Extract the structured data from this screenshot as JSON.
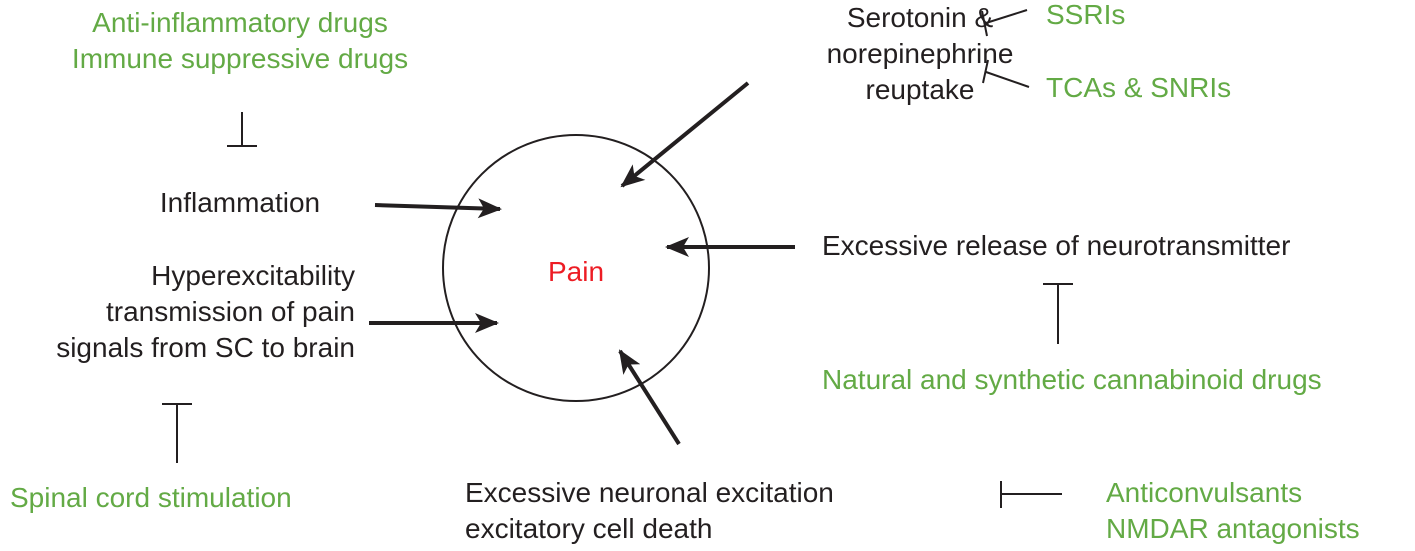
{
  "colors": {
    "text": "#231f20",
    "drug": "#63aa45",
    "center": "#ed1c24",
    "stroke": "#231f20"
  },
  "center": {
    "label": "Pain"
  },
  "mechanisms": {
    "inflammation": [
      "Inflammation"
    ],
    "hyperexcitability": [
      "Hyperexcitability",
      "transmission of pain",
      "signals from SC to brain"
    ],
    "reuptake": [
      "Serotonin &",
      "norepinephrine",
      "reuptake"
    ],
    "neurotransmitter": [
      "Excessive release of neurotransmitter"
    ],
    "excitation": [
      "Excessive neuronal excitation",
      "excitatory cell death"
    ]
  },
  "treatments": {
    "anti_inflammatory": [
      "Anti-inflammatory drugs",
      "Immune suppressive drugs"
    ],
    "spinal": [
      "Spinal cord stimulation"
    ],
    "ssri": [
      "SSRIs"
    ],
    "tca": [
      "TCAs & SNRIs"
    ],
    "cannabinoid": [
      "Natural and synthetic cannabinoid drugs"
    ],
    "anticonvulsant": [
      "Anticonvulsants",
      "NMDAR antagonists"
    ]
  },
  "edges": [
    {
      "from": "Inflammation",
      "to": "Pain",
      "type": "activates"
    },
    {
      "from": "Hyperexcitability transmission of pain signals from SC to brain",
      "to": "Pain",
      "type": "activates"
    },
    {
      "from": "Serotonin & norepinephrine reuptake",
      "to": "Pain",
      "type": "activates"
    },
    {
      "from": "Excessive release of neurotransmitter",
      "to": "Pain",
      "type": "activates"
    },
    {
      "from": "Excessive neuronal excitation excitatory cell death",
      "to": "Pain",
      "type": "activates"
    },
    {
      "from": "Anti-inflammatory drugs / Immune suppressive drugs",
      "to": "Inflammation",
      "type": "inhibits"
    },
    {
      "from": "Spinal cord stimulation",
      "to": "Hyperexcitability",
      "type": "inhibits"
    },
    {
      "from": "SSRIs",
      "to": "Serotonin & norepinephrine reuptake",
      "type": "inhibits"
    },
    {
      "from": "TCAs & SNRIs",
      "to": "Serotonin & norepinephrine reuptake",
      "type": "inhibits"
    },
    {
      "from": "Natural and synthetic cannabinoid drugs",
      "to": "Excessive release of neurotransmitter",
      "type": "inhibits"
    },
    {
      "from": "Anticonvulsants / NMDAR antagonists",
      "to": "Excessive neuronal excitation",
      "type": "inhibits"
    }
  ]
}
